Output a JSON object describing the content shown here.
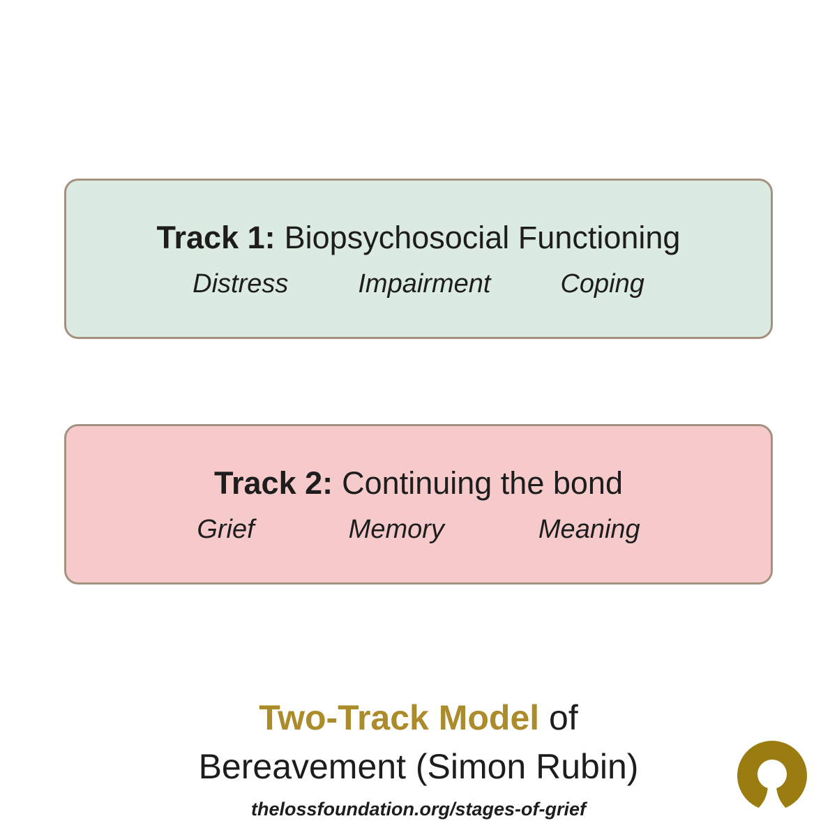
{
  "track1": {
    "label": "Track 1:",
    "title": "Biopsychosocial Functioning",
    "items": [
      "Distress",
      "Impairment",
      "Coping"
    ]
  },
  "track2": {
    "label": "Track 2:",
    "title": "Continuing the bond",
    "items": [
      "Grief",
      "Memory",
      "Meaning"
    ]
  },
  "footer": {
    "title_highlight": "Two-Track Model",
    "title_rest": " of",
    "title_line2": "Bereavement (Simon Rubin)",
    "url": "thelossfoundation.org/stages-of-grief",
    "logo_icon": "loss-foundation-open-circle-logo"
  },
  "colors": {
    "track1_bg": "#dcebe2",
    "track2_bg": "#f6caca",
    "box_border": "#a59180",
    "accent_gold": "#ab8b2a",
    "logo_gold": "#9a7c10",
    "text": "#1d1d1d"
  }
}
